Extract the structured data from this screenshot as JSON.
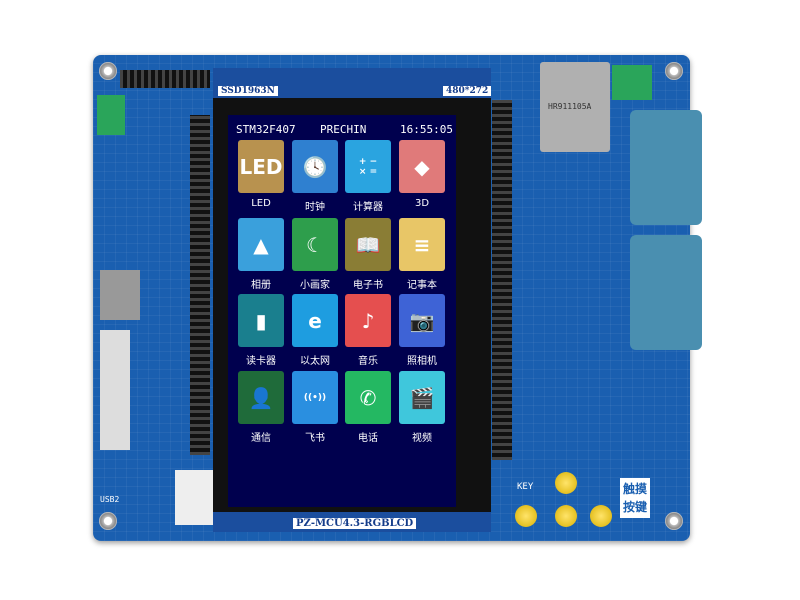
{
  "board": {
    "driver_label": "SSD1963N",
    "resolution_label": "480*272",
    "lcd_model_label": "PZ-MCU4.3-RGBLCD",
    "touch_key_label": "触摸按键",
    "key_label": "KEY",
    "ethernet_chip_label": "HR911105A",
    "usb_label": "USB2",
    "pcb_color": "#1a5fb0"
  },
  "screen": {
    "status": {
      "mcu": "STM32F407",
      "brand": "PRECHIN",
      "time": "16:55:05"
    },
    "apps": [
      {
        "label": "LED",
        "icon": "led-icon",
        "color": "#b8924f",
        "glyph": "LED"
      },
      {
        "label": "时钟",
        "icon": "clock-icon",
        "color": "#2f80d0",
        "glyph": "🕓"
      },
      {
        "label": "计算器",
        "icon": "calculator-icon",
        "color": "#2aa4e0",
        "glyph": "+ −\n× ="
      },
      {
        "label": "3D",
        "icon": "cube-icon",
        "color": "#e07a7a",
        "glyph": "◆"
      },
      {
        "label": "相册",
        "icon": "photo-album-icon",
        "color": "#3aa0dc",
        "glyph": "▲"
      },
      {
        "label": "小画家",
        "icon": "paint-palette-icon",
        "color": "#2e9e4c",
        "glyph": "☾"
      },
      {
        "label": "电子书",
        "icon": "ebook-icon",
        "color": "#8a7d35",
        "glyph": "📖"
      },
      {
        "label": "记事本",
        "icon": "notepad-icon",
        "color": "#e8c667",
        "glyph": "≡"
      },
      {
        "label": "读卡器",
        "icon": "card-reader-icon",
        "color": "#1a7f8e",
        "glyph": "▮"
      },
      {
        "label": "以太网",
        "icon": "ethernet-icon",
        "color": "#1e9de0",
        "glyph": "e"
      },
      {
        "label": "音乐",
        "icon": "music-icon",
        "color": "#e54f4f",
        "glyph": "♪"
      },
      {
        "label": "照相机",
        "icon": "camera-icon",
        "color": "#3e63d6",
        "glyph": "📷"
      },
      {
        "label": "通信",
        "icon": "contacts-icon",
        "color": "#1f6b3a",
        "glyph": "👤"
      },
      {
        "label": "飞书",
        "icon": "wireless-icon",
        "color": "#2a8fe0",
        "glyph": "((•))"
      },
      {
        "label": "电话",
        "icon": "phone-icon",
        "color": "#24b862",
        "glyph": "✆"
      },
      {
        "label": "视频",
        "icon": "video-icon",
        "color": "#3fc7dc",
        "glyph": "🎬"
      }
    ],
    "background": "#00004e"
  }
}
